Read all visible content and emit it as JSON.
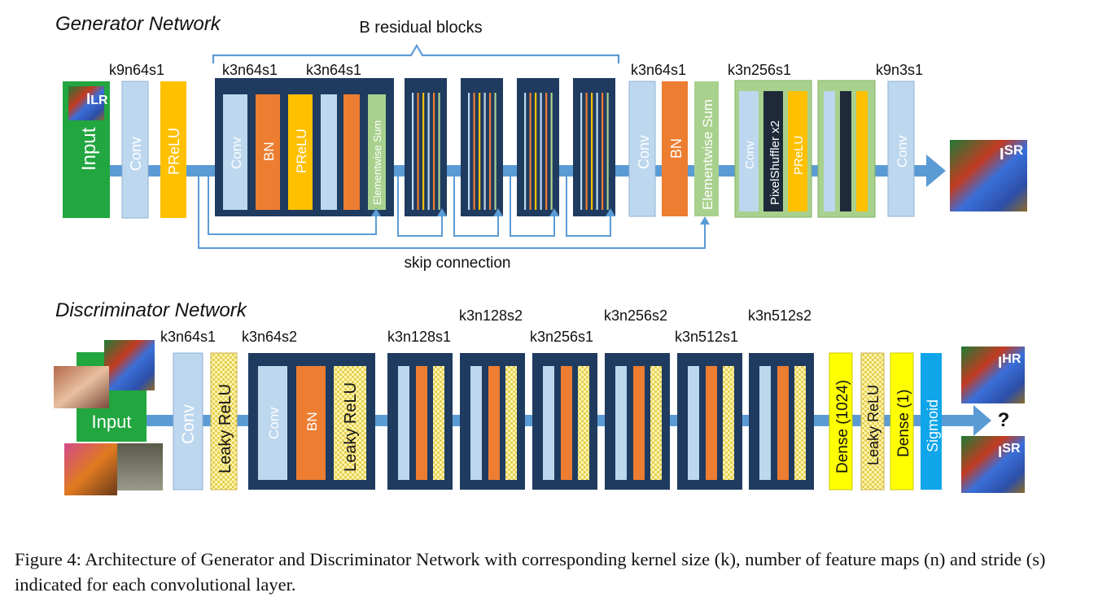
{
  "generator": {
    "title": "Generator Network",
    "residual_label": "B residual blocks",
    "skip_label": "skip connection",
    "params": {
      "conv_in": "k9n64s1",
      "res_conv1": "k3n64s1",
      "res_conv2": "k3n64s1",
      "post_conv": "k3n64s1",
      "upsample_conv": "k3n256s1",
      "conv_out": "k9n3s1"
    },
    "layers": {
      "input": "Input",
      "input_image_label": "LR",
      "conv": "Conv",
      "prelu": "PReLU",
      "bn": "BN",
      "elementwise_sum": "Elementwise Sum",
      "pixel_shuffler": "PixelShuffler x2",
      "output_image_label": "SR"
    }
  },
  "discriminator": {
    "title": "Discriminator Network",
    "params": {
      "b1": "k3n64s1",
      "b2": "k3n64s2",
      "b3": "k3n128s1",
      "b4": "k3n128s2",
      "b5": "k3n256s1",
      "b6": "k3n256s2",
      "b7": "k3n512s1",
      "b8": "k3n512s2"
    },
    "layers": {
      "input": "Input",
      "conv": "Conv",
      "leaky_relu": "Leaky ReLU",
      "bn": "BN",
      "dense_1024": "Dense (1024)",
      "dense_1": "Dense (1)",
      "sigmoid": "Sigmoid",
      "hr_label": "HR",
      "sr_label": "SR",
      "question": "?"
    }
  },
  "caption": "Figure 4: Architecture of Generator and Discriminator Network with corresponding kernel size (k), number of feature maps (n) and stride (s) indicated for each convolutional layer.",
  "colors": {
    "navy": "#1f3b60",
    "light_blue": "#bdd7ee",
    "orange": "#ed7d31",
    "yellow": "#ffc000",
    "green": "#21a640",
    "light_green": "#a9d18e",
    "arrow_blue": "#5b9bd5",
    "dense_yellow": "#ffff00",
    "sigmoid_blue": "#0ea5e9",
    "dark_slate": "#1e2a3a"
  }
}
